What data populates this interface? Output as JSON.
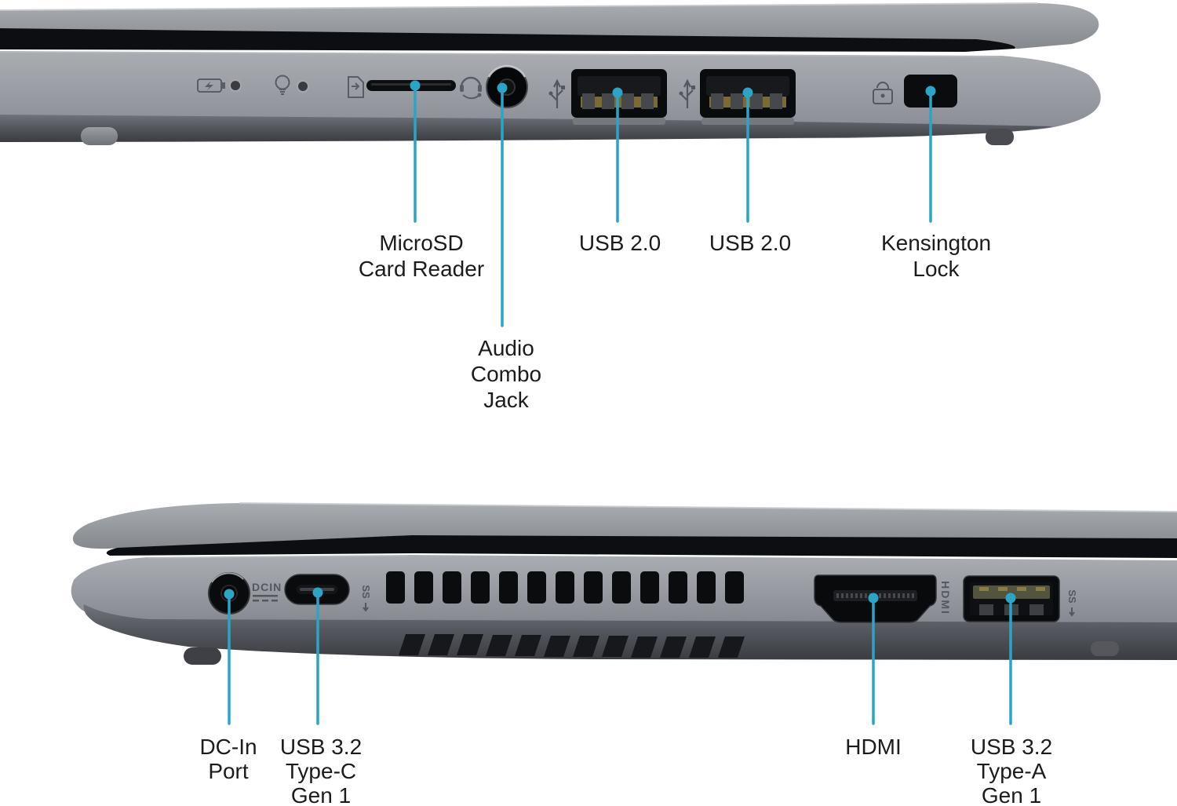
{
  "page": {
    "background": "#ffffff",
    "accent_color": "#2AA5C6",
    "text_color": "#1b1c1e",
    "description_top_view": "laptop right side ports",
    "description_bottom_view": "laptop left side ports"
  },
  "top_view": {
    "callouts": [
      {
        "id": "microsd",
        "label_lines": [
          "MicroSD",
          "Card Reader"
        ]
      },
      {
        "id": "audio",
        "label_lines": [
          "Audio",
          "Combo",
          "Jack"
        ]
      },
      {
        "id": "usb2-left",
        "label_lines": [
          "USB 2.0"
        ]
      },
      {
        "id": "usb2-right",
        "label_lines": [
          "USB 2.0"
        ]
      },
      {
        "id": "kensington",
        "label_lines": [
          "Kensington",
          "Lock"
        ]
      }
    ]
  },
  "bottom_view": {
    "etched": {
      "dc_in": "DCIN",
      "hdmi": "HDMI",
      "ss_type_c": "SS",
      "ss_type_a": "SS"
    },
    "callouts": [
      {
        "id": "dcin",
        "label_lines": [
          "DC-In",
          "Port"
        ]
      },
      {
        "id": "usbc",
        "label_lines": [
          "USB 3.2",
          "Type-C",
          "Gen 1"
        ]
      },
      {
        "id": "hdmi",
        "label_lines": [
          "HDMI"
        ]
      },
      {
        "id": "usba",
        "label_lines": [
          "USB 3.2",
          "Type-A",
          "Gen 1"
        ]
      }
    ]
  }
}
